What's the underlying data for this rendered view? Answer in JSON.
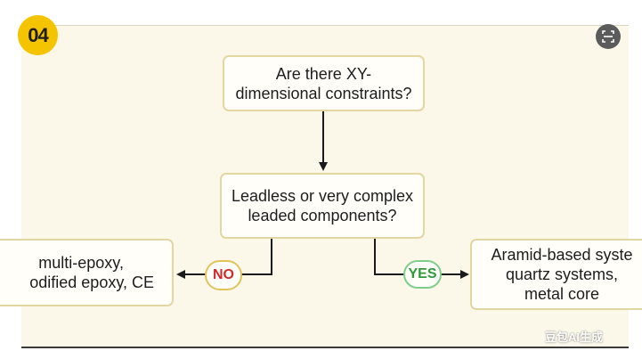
{
  "badge": {
    "text": "04",
    "color": "#f5c400"
  },
  "nodes": {
    "question1": {
      "line1": "Are there XY-",
      "line2": "dimensional constraints?"
    },
    "question2": {
      "line1": "Leadless or very complex",
      "line2": "leaded components?"
    },
    "no_result": {
      "line1": "multi-epoxy,",
      "line2": "odified epoxy, CE"
    },
    "yes_result": {
      "line1": "Aramid-based syste",
      "line2": "quartz systems,",
      "line3": "metal core"
    }
  },
  "labels": {
    "no": {
      "text": "NO",
      "color": "#d22a2a"
    },
    "yes": {
      "text": "YES",
      "color": "#2e9a3c"
    }
  },
  "watermark": "豆包AI生成",
  "icons": {
    "corner": "scan-icon"
  }
}
